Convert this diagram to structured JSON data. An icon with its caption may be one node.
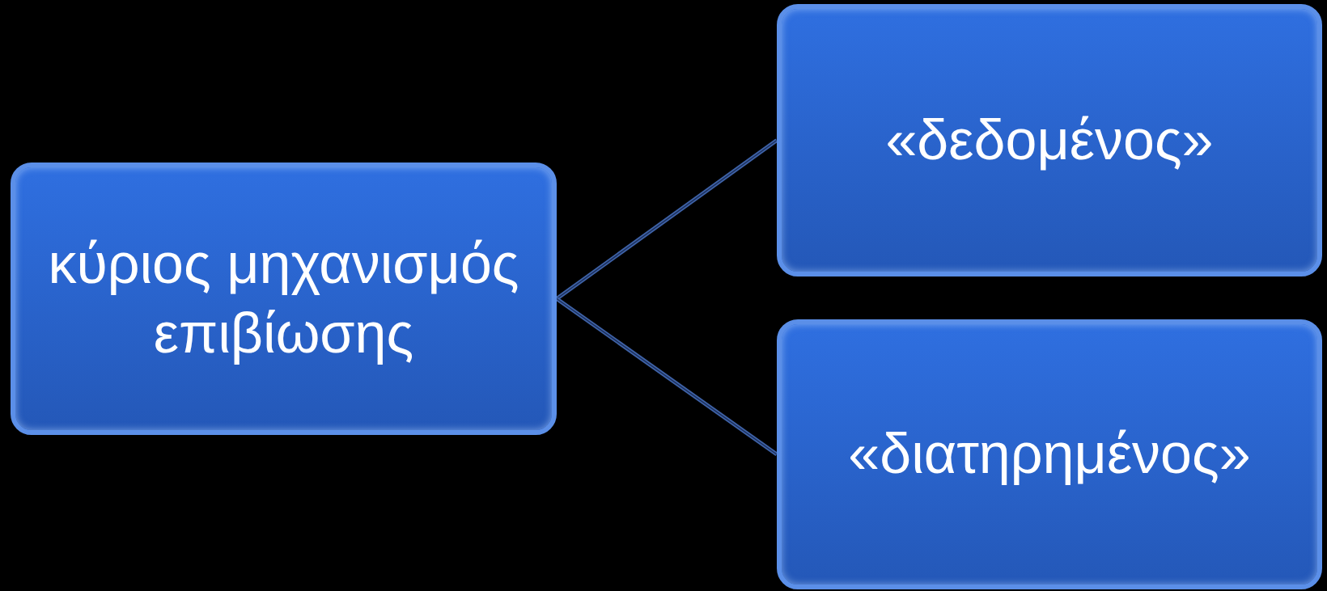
{
  "diagram": {
    "nodes": [
      {
        "text": [
          "κύριος μηχανισμός επιβίωσης"
        ]
      },
      {
        "text": [
          "«δεδομένος»"
        ]
      },
      {
        "text": [
          "«διατηρημένος»"
        ]
      }
    ],
    "edges": [
      {
        "from": 0,
        "to": 1,
        "arrow": "none"
      },
      {
        "from": 0,
        "to": 2,
        "arrow": "none"
      }
    ]
  }
}
